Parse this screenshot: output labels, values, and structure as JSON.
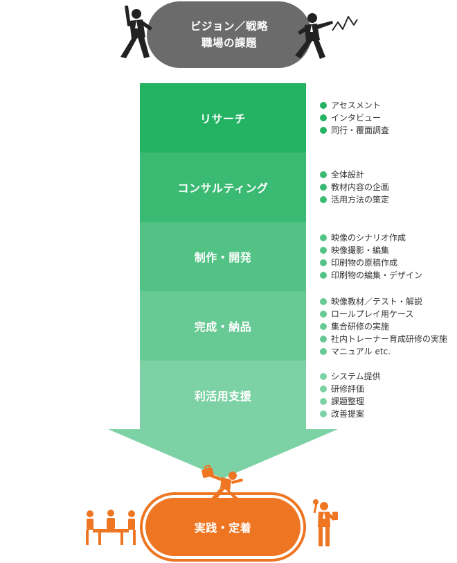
{
  "top": {
    "line1": "ビジョン／戦略",
    "line2": "職場の課題"
  },
  "stages": [
    {
      "label": "リサーチ",
      "color": "#24b263",
      "dot_color": "#24b263",
      "items": [
        "アセスメント",
        "インタビュー",
        "同行・覆面調査"
      ]
    },
    {
      "label": "コンサルティング",
      "color": "#3bba74",
      "dot_color": "#3bba74",
      "items": [
        "全体設計",
        "教材内容の企画",
        "活用方法の策定"
      ]
    },
    {
      "label": "制作・開発",
      "color": "#52c285",
      "dot_color": "#52c285",
      "items": [
        "映像のシナリオ作成",
        "映像撮影・編集",
        "印刷物の原稿作成",
        "印刷物の編集・デザイン"
      ]
    },
    {
      "label": "完成・納品",
      "color": "#67c994",
      "dot_color": "#67c994",
      "items": [
        "映像教材／テスト・解説",
        "ロールプレイ用ケース",
        "集合研修の実施",
        "社内トレーナー育成研修の実施",
        "マニュアル etc."
      ]
    },
    {
      "label": "利活用支援",
      "color": "#7dd2a5",
      "dot_color": "#7dd2a5",
      "items": [
        "システム提供",
        "研修評価",
        "課題整理",
        "改善提案"
      ]
    }
  ],
  "bottom": {
    "label": "実践・定着",
    "color": "#ee7623"
  },
  "icons": {
    "top_left": "cheering-businessman-icon",
    "top_right": "pointing-businessman-icon",
    "chart": "zigzag-chart-icon",
    "bottom_jump": "jumping-businessman-icon",
    "bottom_meeting": "meeting-people-icon",
    "bottom_right": "presenting-businessman-icon"
  }
}
